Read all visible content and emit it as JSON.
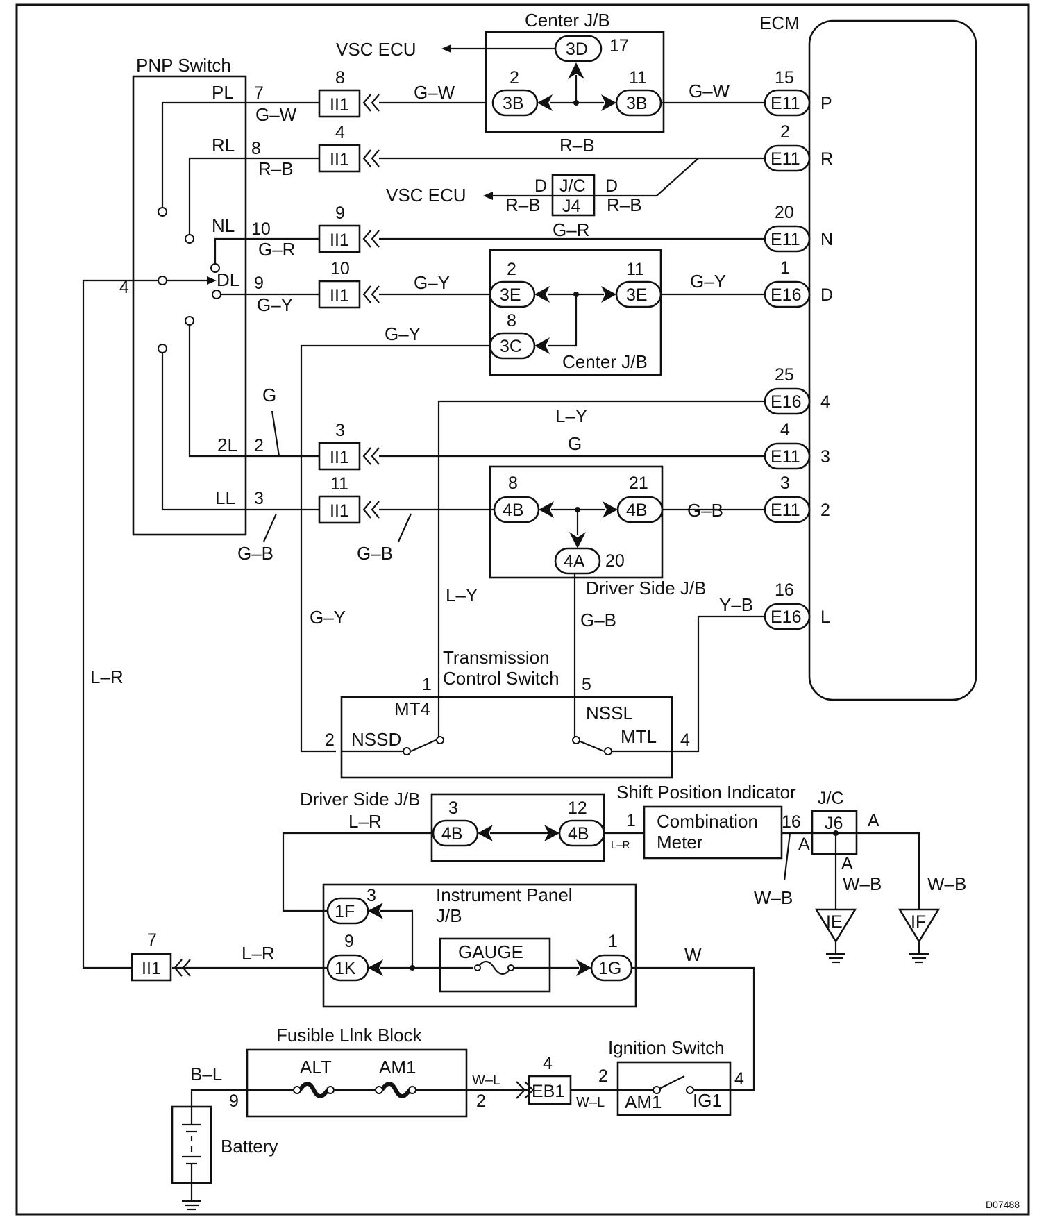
{
  "diagram": {
    "drawing_code": "D07488",
    "components": {
      "pnp_switch": {
        "title": "PNP Switch",
        "positions": [
          "PL",
          "RL",
          "NL",
          "DL",
          "2L",
          "LL"
        ],
        "pins": [
          "7",
          "8",
          "10",
          "9",
          "2",
          "3",
          "4"
        ]
      },
      "center_jb_top": {
        "title": "Center J/B",
        "connectors": [
          "3D",
          "3B",
          "3B"
        ],
        "pins": [
          "17",
          "2",
          "11"
        ]
      },
      "center_jb_mid": {
        "title": "Center J/B",
        "connectors": [
          "3E",
          "3E",
          "3C"
        ],
        "pins": [
          "2",
          "11",
          "8"
        ]
      },
      "driver_side_jb": {
        "title": "Driver Side J/B",
        "connectors": [
          "4B",
          "4B",
          "4A"
        ],
        "pins": [
          "8",
          "21",
          "20"
        ]
      },
      "driver_side_jb_lower": {
        "title": "Driver Side J/B",
        "connectors": [
          "4B",
          "4B"
        ],
        "pins": [
          "3",
          "12"
        ]
      },
      "ecm": {
        "title": "ECM",
        "terminals": [
          {
            "pin": "15",
            "conn": "E11",
            "name": "P"
          },
          {
            "pin": "2",
            "conn": "E11",
            "name": "R"
          },
          {
            "pin": "20",
            "conn": "E11",
            "name": "N"
          },
          {
            "pin": "1",
            "conn": "E16",
            "name": "D"
          },
          {
            "pin": "25",
            "conn": "E16",
            "name": "4"
          },
          {
            "pin": "4",
            "conn": "E11",
            "name": "3"
          },
          {
            "pin": "3",
            "conn": "E11",
            "name": "2"
          },
          {
            "pin": "16",
            "conn": "E16",
            "name": "L"
          }
        ]
      },
      "jc_j4": {
        "title": "J/C",
        "connector": "J4",
        "pins": [
          "D",
          "D"
        ]
      },
      "vsc_ecu": [
        "VSC ECU",
        "VSC ECU"
      ],
      "transmission_control_switch": {
        "title": [
          "Transmission",
          "Control Switch"
        ],
        "contacts": [
          "MT4",
          "NSSD",
          "NSSL",
          "MTL"
        ],
        "pins": [
          "1",
          "5",
          "2",
          "4"
        ]
      },
      "shift_position_indicator": {
        "title": "Shift Position Indicator",
        "body": [
          "Combination",
          "Meter"
        ],
        "pins": [
          "1",
          "16"
        ]
      },
      "jc_j6": {
        "title": "J/C",
        "connector": "J6",
        "pins": [
          "A",
          "A",
          "A"
        ]
      },
      "grounds": [
        "IE",
        "IF"
      ],
      "instrument_panel_jb": {
        "title": [
          "Instrument  Panel",
          "J/B"
        ],
        "connectors": [
          "1F",
          "1K",
          "1G"
        ],
        "pins": [
          "3",
          "9",
          "1"
        ],
        "fuse": "GAUGE"
      },
      "fusible_link_block": {
        "title": "Fusible Llnk Block",
        "fuses": [
          "ALT",
          "AM1"
        ],
        "pins": [
          "9",
          "2"
        ]
      },
      "ignition_switch": {
        "title": "Ignition Switch",
        "contacts": [
          "AM1",
          "IG1"
        ],
        "pins": [
          "2",
          "4"
        ]
      },
      "battery": {
        "title": "Battery"
      },
      "inline_connectors": [
        {
          "name": "II1",
          "pin": "8"
        },
        {
          "name": "II1",
          "pin": "4"
        },
        {
          "name": "II1",
          "pin": "9"
        },
        {
          "name": "II1",
          "pin": "10"
        },
        {
          "name": "II1",
          "pin": "3"
        },
        {
          "name": "II1",
          "pin": "11"
        },
        {
          "name": "II1",
          "pin": "7"
        },
        {
          "name": "EB1",
          "pin": "4"
        }
      ]
    },
    "wire_colors": {
      "gw": "G–W",
      "rb": "R–B",
      "gr": "G–R",
      "gy": "G–Y",
      "g": "G",
      "gb": "G–B",
      "ly": "L–Y",
      "yb": "Y–B",
      "lr": "L–R",
      "wb": "W–B",
      "w": "W",
      "wl": "W–L",
      "bl": "B–L"
    }
  }
}
